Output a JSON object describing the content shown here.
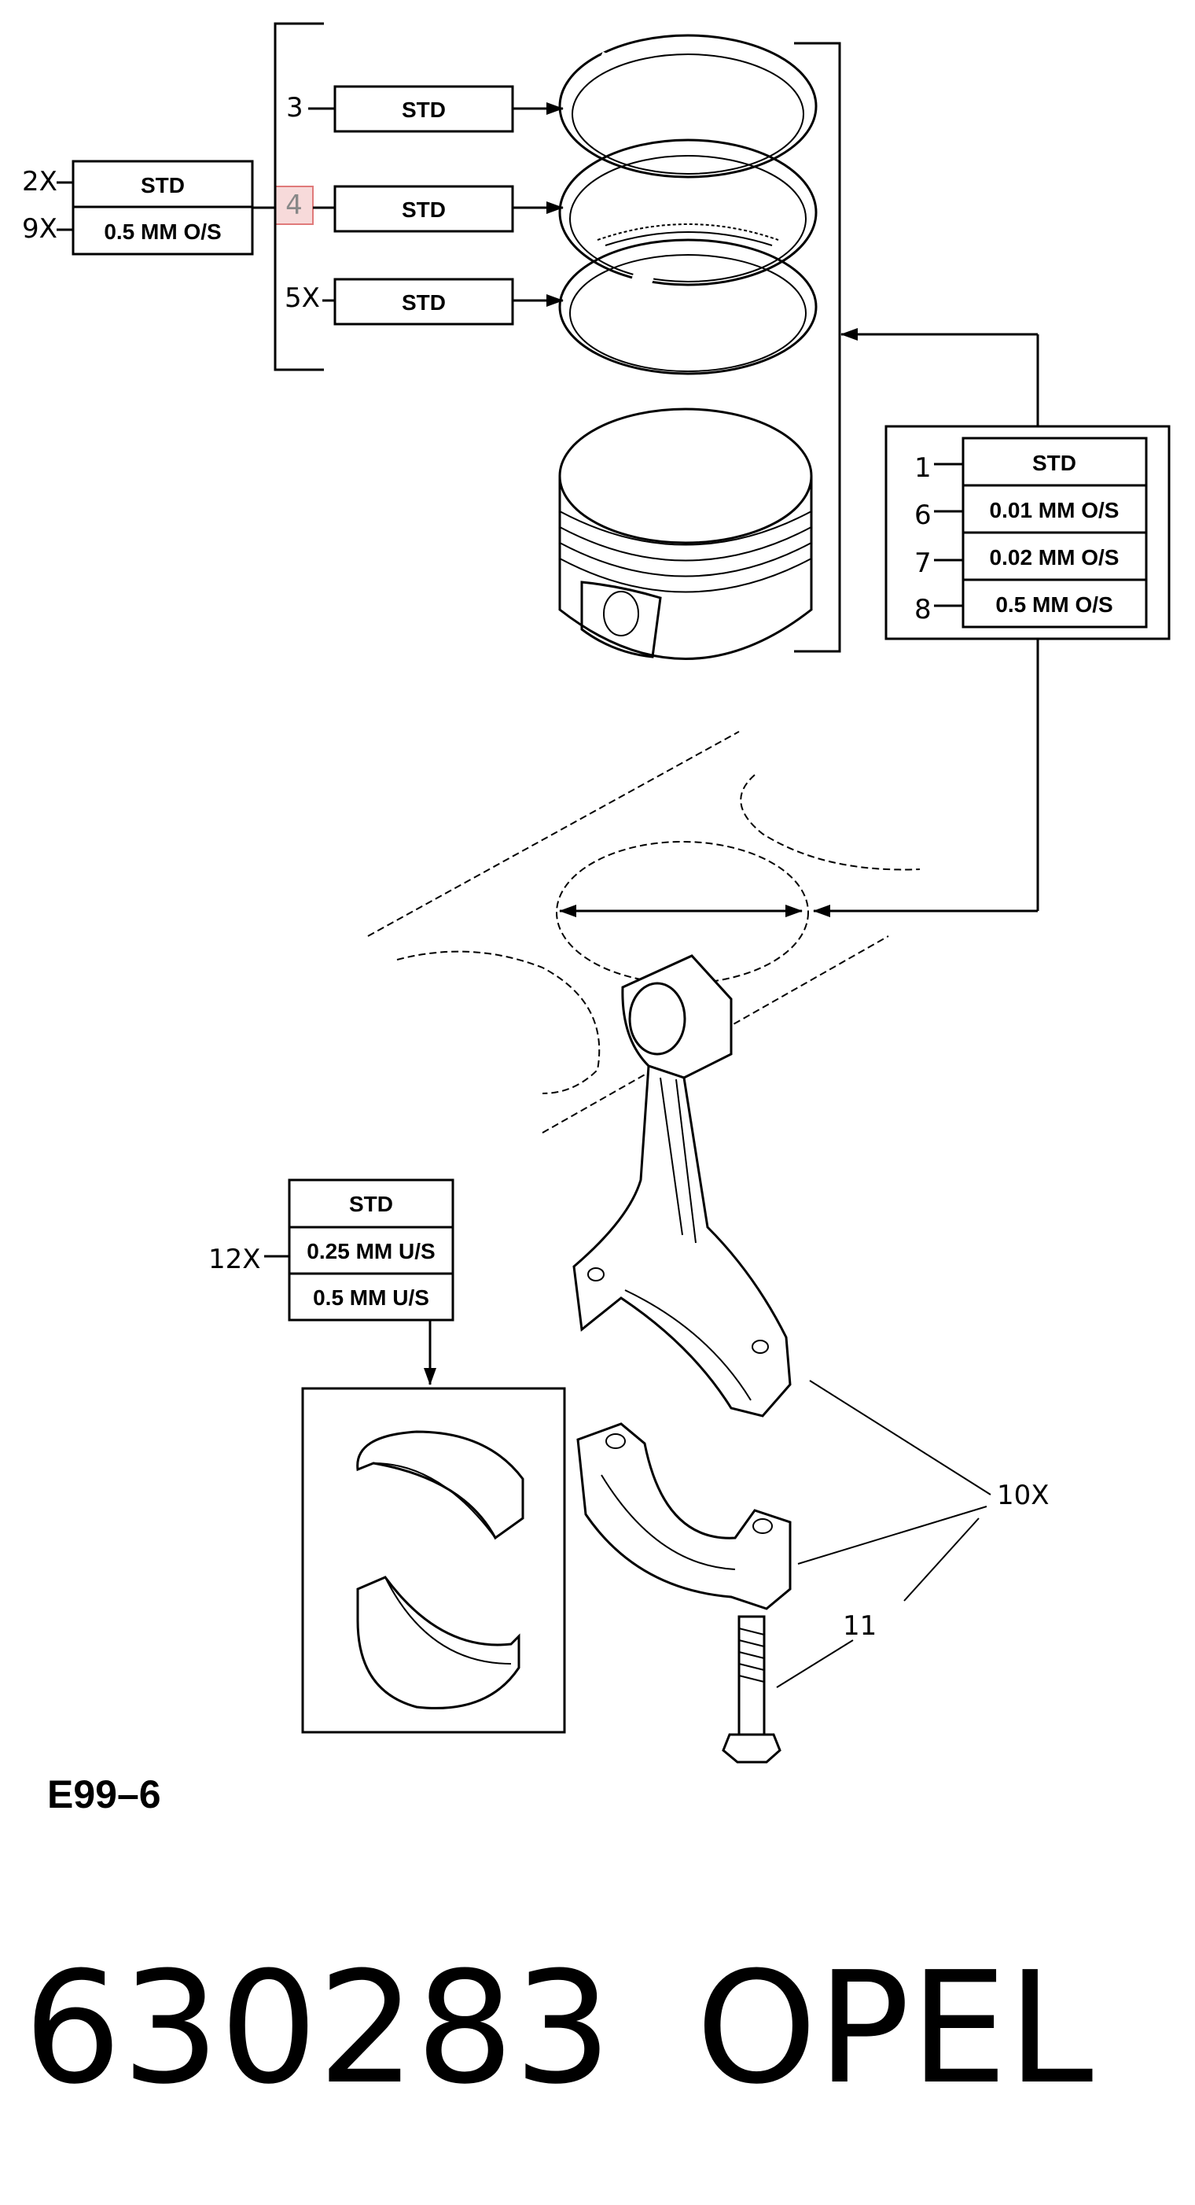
{
  "ring_set": {
    "qty_std": "2X",
    "qty_os": "9X",
    "std_label": "STD",
    "os_label": "0.5 MM O/S",
    "highlight_num": "4"
  },
  "rings": [
    {
      "num": "3",
      "label": "STD"
    },
    {
      "num": "5X",
      "label": "STD"
    }
  ],
  "ring_4_label": "STD",
  "piston_sizes": [
    {
      "num": "1",
      "label": "STD"
    },
    {
      "num": "6",
      "label": "0.01 MM O/S"
    },
    {
      "num": "7",
      "label": "0.02 MM O/S"
    },
    {
      "num": "8",
      "label": "0.5 MM O/S"
    }
  ],
  "bearing": {
    "qty": "12X",
    "sizes": [
      "STD",
      "0.25 MM U/S",
      "0.5 MM U/S"
    ]
  },
  "callouts": {
    "rod": "10X",
    "bolt": "11"
  },
  "diagram_code": "E99–6",
  "part_number": "630283",
  "brand": "OPEL"
}
